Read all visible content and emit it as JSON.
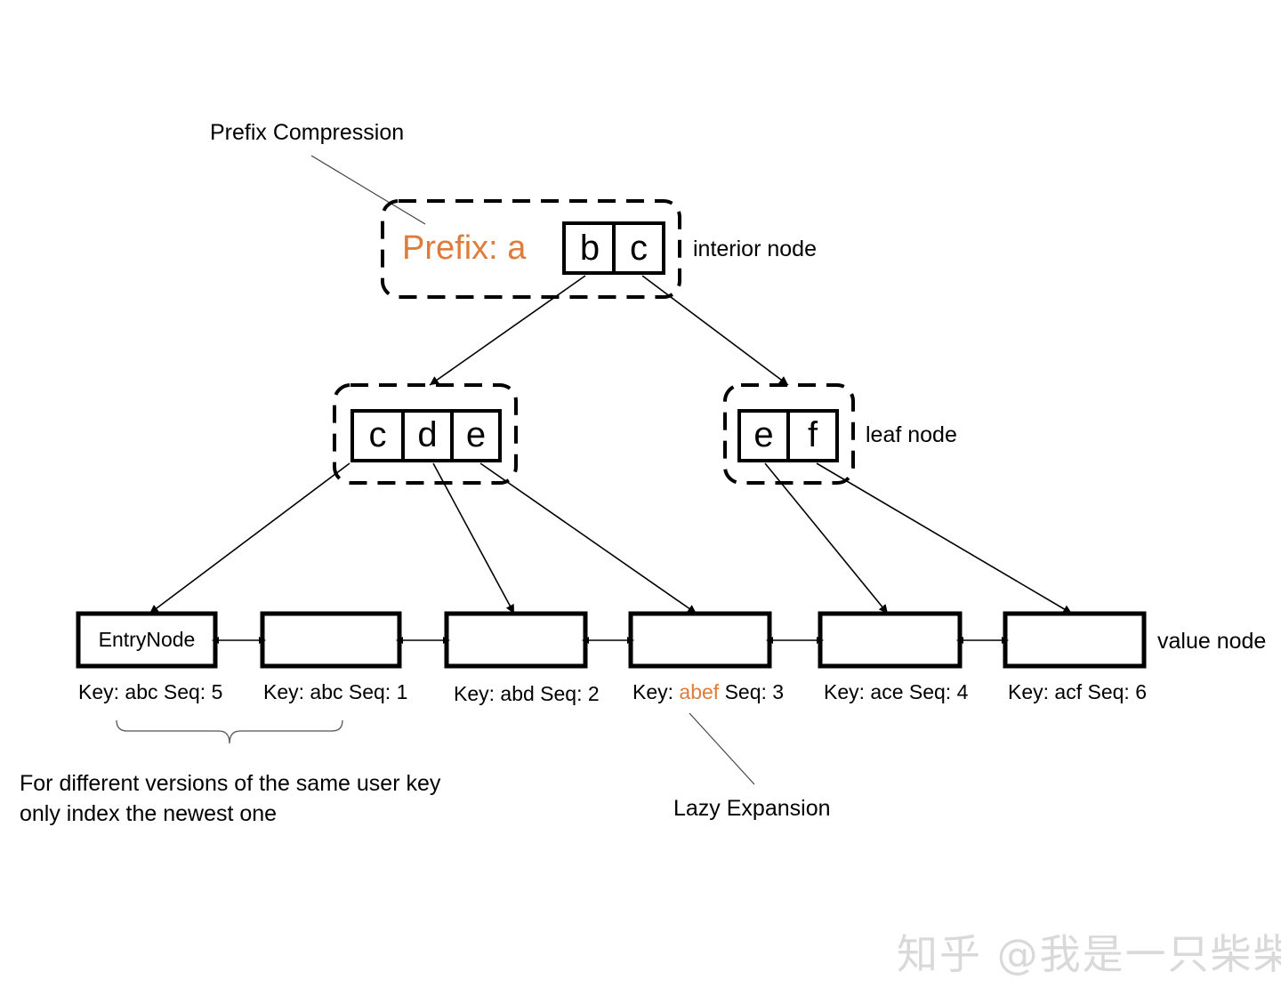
{
  "annotations": {
    "prefix_compression": "Prefix Compression",
    "interior_node": "interior node",
    "leaf_node": "leaf node",
    "value_node": "value node",
    "lazy_expansion": "Lazy Expansion",
    "versions_line1": "For different versions of the same user key",
    "versions_line2": "only index the newest one"
  },
  "root_node": {
    "prefix": "Prefix: a",
    "keys": [
      "b",
      "c"
    ]
  },
  "inner_left": {
    "keys": [
      "c",
      "d",
      "e"
    ]
  },
  "inner_right": {
    "keys": [
      "e",
      "f"
    ]
  },
  "value_nodes": [
    {
      "entry": "EntryNode",
      "label": "Key: abc Seq: 5"
    },
    {
      "entry": "",
      "label": "Key: abc Seq: 1"
    },
    {
      "entry": "",
      "label": "Key: abd Seq: 2"
    },
    {
      "entry": "",
      "label_prefix": "Key: ",
      "label_key": "abef",
      "label_suffix": " Seq: 3"
    },
    {
      "entry": "",
      "label": "Key: ace Seq: 4"
    },
    {
      "entry": "",
      "label": "Key: acf Seq: 6"
    }
  ],
  "watermark": "知乎 @我是一只柴柴",
  "colors": {
    "accent": "#e07b39",
    "stroke": "#000000",
    "watermark": "#d9d9d9"
  }
}
